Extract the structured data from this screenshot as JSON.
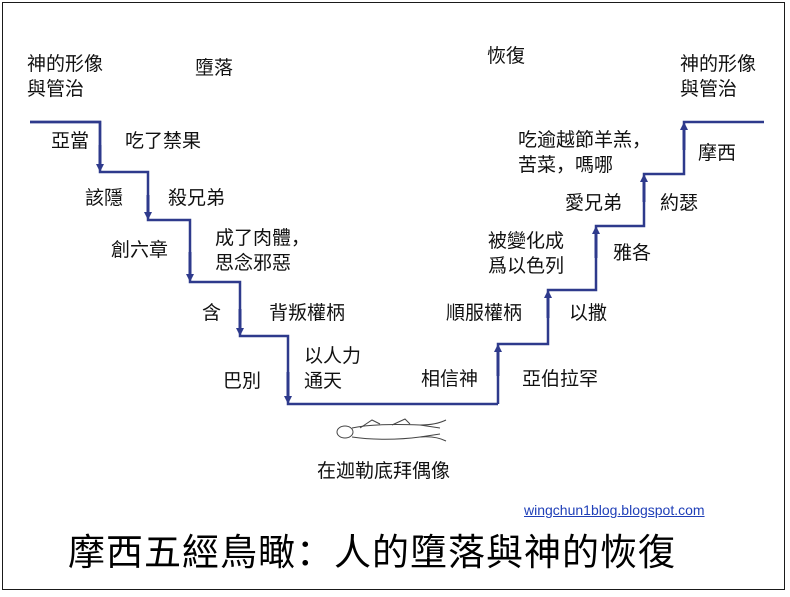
{
  "headings": {
    "image_left": "神的形像\n與管治",
    "fall": "墮落",
    "restoration": "恢復",
    "image_right": "神的形像\n與管治"
  },
  "steps_down": [
    {
      "person": "亞當",
      "event": "吃了禁果"
    },
    {
      "person": "該隱",
      "event": "殺兄弟"
    },
    {
      "person": "創六章",
      "event": "成了肉體，\n思念邪惡"
    },
    {
      "person": "含",
      "event": "背叛權柄"
    },
    {
      "person": "巴別",
      "event": "以人力\n通天"
    }
  ],
  "steps_up": [
    {
      "event": "相信神",
      "person": "亞伯拉罕"
    },
    {
      "event": "順服權柄",
      "person": "以撒"
    },
    {
      "event": "被變化成\n爲以色列",
      "person": "雅各"
    },
    {
      "event": "愛兄弟",
      "person": "約瑟"
    },
    {
      "event": "吃逾越節羊羔，\n苦菜，嗎哪",
      "person": "摩西"
    }
  ],
  "bottom_label": "在迦勒底拜偶像",
  "source": "wingchun1blog.blogspot.com",
  "title": "摩西五經鳥瞰：人的墮落與神的恢復",
  "colors": {
    "stair_line": "#2e3a8c",
    "text": "#111111",
    "link": "#1f3fb8"
  }
}
